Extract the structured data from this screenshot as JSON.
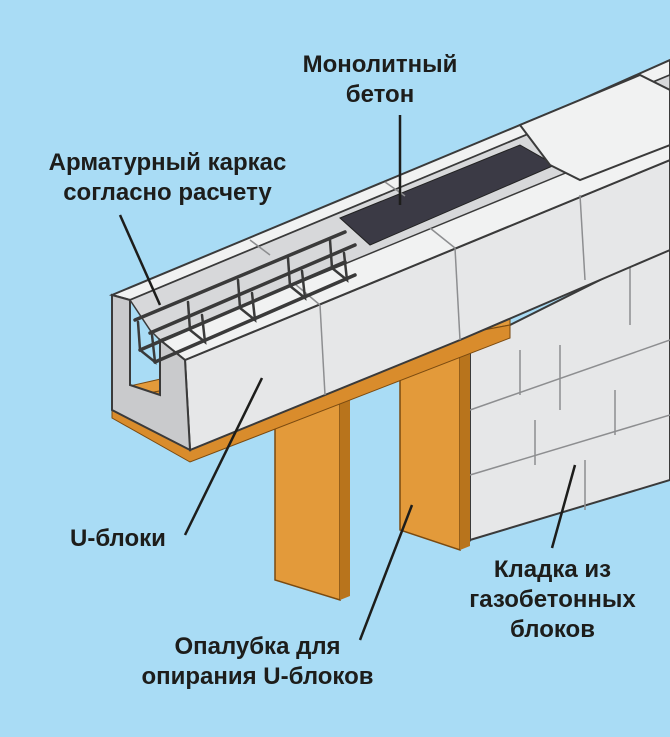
{
  "colors": {
    "background": "#a9dcf5",
    "block_face": "#e6e7e8",
    "block_side": "#c9cacc",
    "block_top": "#f1f2f2",
    "block_edge": "#3a3a3a",
    "concrete": "#3b3a45",
    "rebar": "#3a3a3a",
    "wood": "#e39a3a",
    "wood_dark": "#c07a22",
    "text": "#1d1d1b"
  },
  "labels": {
    "monolith": [
      "Монолитный",
      "бетон"
    ],
    "rebar": [
      "Арматурный каркас",
      "согласно расчету"
    ],
    "ublocks": [
      "U-блоки"
    ],
    "masonry": [
      "Кладка из",
      "газобетонных",
      "блоков"
    ],
    "formwork": [
      "Опалубка для",
      "опирания U-блоков"
    ]
  }
}
